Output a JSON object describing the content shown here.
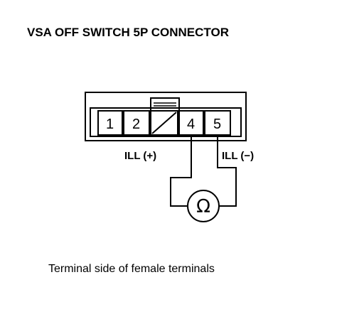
{
  "title": "VSA OFF SWITCH 5P CONNECTOR",
  "caption": "Terminal side of female terminals",
  "connector": {
    "terminals": [
      {
        "label": "1"
      },
      {
        "label": "2"
      },
      {
        "label": "",
        "blocked": true
      },
      {
        "label": "4"
      },
      {
        "label": "5"
      }
    ],
    "wire_labels": {
      "left": "ILL (+)",
      "right": "ILL (−)"
    }
  },
  "meter": {
    "symbol": "Ω",
    "icon": "ohmmeter-icon"
  }
}
